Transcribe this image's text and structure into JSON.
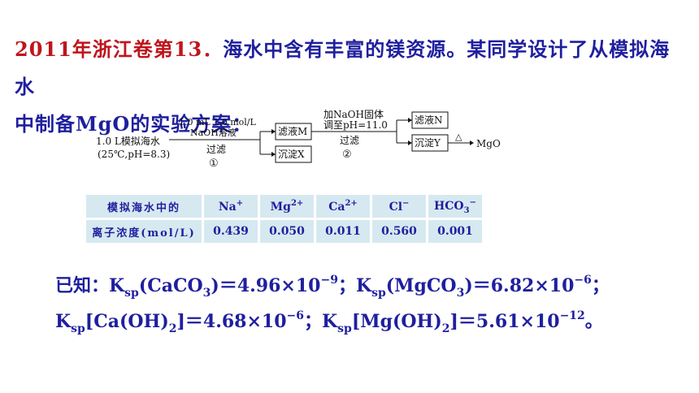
{
  "heading": {
    "source": "2011年浙江卷第13．",
    "text_line1": "海水中含有丰富的镁资源。某同学设计了从模拟海水",
    "text_line2": "中制备MgO的实验方案："
  },
  "flow": {
    "start_line1": "1.0 L模拟海水",
    "start_line2": "(25℃,pH=8.3)",
    "step1_top1": "1.0 mL 1.0 mol/L",
    "step1_top2": "NaOH溶液",
    "step1_bottom": "过滤",
    "step1_number": "①",
    "filtrate_m": "滤液M",
    "precipitate_x": "沉淀X",
    "step2_top1": "加NaOH固体",
    "step2_top2": "调至pH=11.0",
    "step2_bottom": "过滤",
    "step2_number": "②",
    "filtrate_n": "滤液N",
    "precipitate_y": "沉淀Y",
    "heat_symbol": "△",
    "product": "MgO"
  },
  "table": {
    "label_line1": "模拟海水中的",
    "label_line2": "离子浓度(mol/L)",
    "ions": [
      {
        "base": "Na",
        "sup": "+",
        "sub": ""
      },
      {
        "base": "Mg",
        "sup": "2+",
        "sub": ""
      },
      {
        "base": "Ca",
        "sup": "2+",
        "sub": ""
      },
      {
        "base": "Cl",
        "sup": "−",
        "sub": ""
      },
      {
        "base": "HCO",
        "sup": "−",
        "sub": "3"
      }
    ],
    "values": [
      "0.439",
      "0.050",
      "0.011",
      "0.560",
      "0.001"
    ]
  },
  "ksp": {
    "intro": "已知：",
    "K": "K",
    "sp": "sp",
    "l1_a": "(CaCO",
    "l1_a_sub": "3",
    "l1_a_val": ")＝4.96×10",
    "l1_a_exp": "−9",
    "sep": "；",
    "l1_b": "(MgCO",
    "l1_b_sub": "3",
    "l1_b_val": ")＝6.82×10",
    "l1_b_exp": "−6",
    "end1": "；",
    "l2_a": "[Ca(OH)",
    "l2_a_sub": "2",
    "l2_a_val": "]＝4.68×10",
    "l2_a_exp": "−6",
    "l2_b": "[Mg(OH)",
    "l2_b_sub": "2",
    "l2_b_val": "]＝5.61×10",
    "l2_b_exp": "−12",
    "end2": "。"
  }
}
